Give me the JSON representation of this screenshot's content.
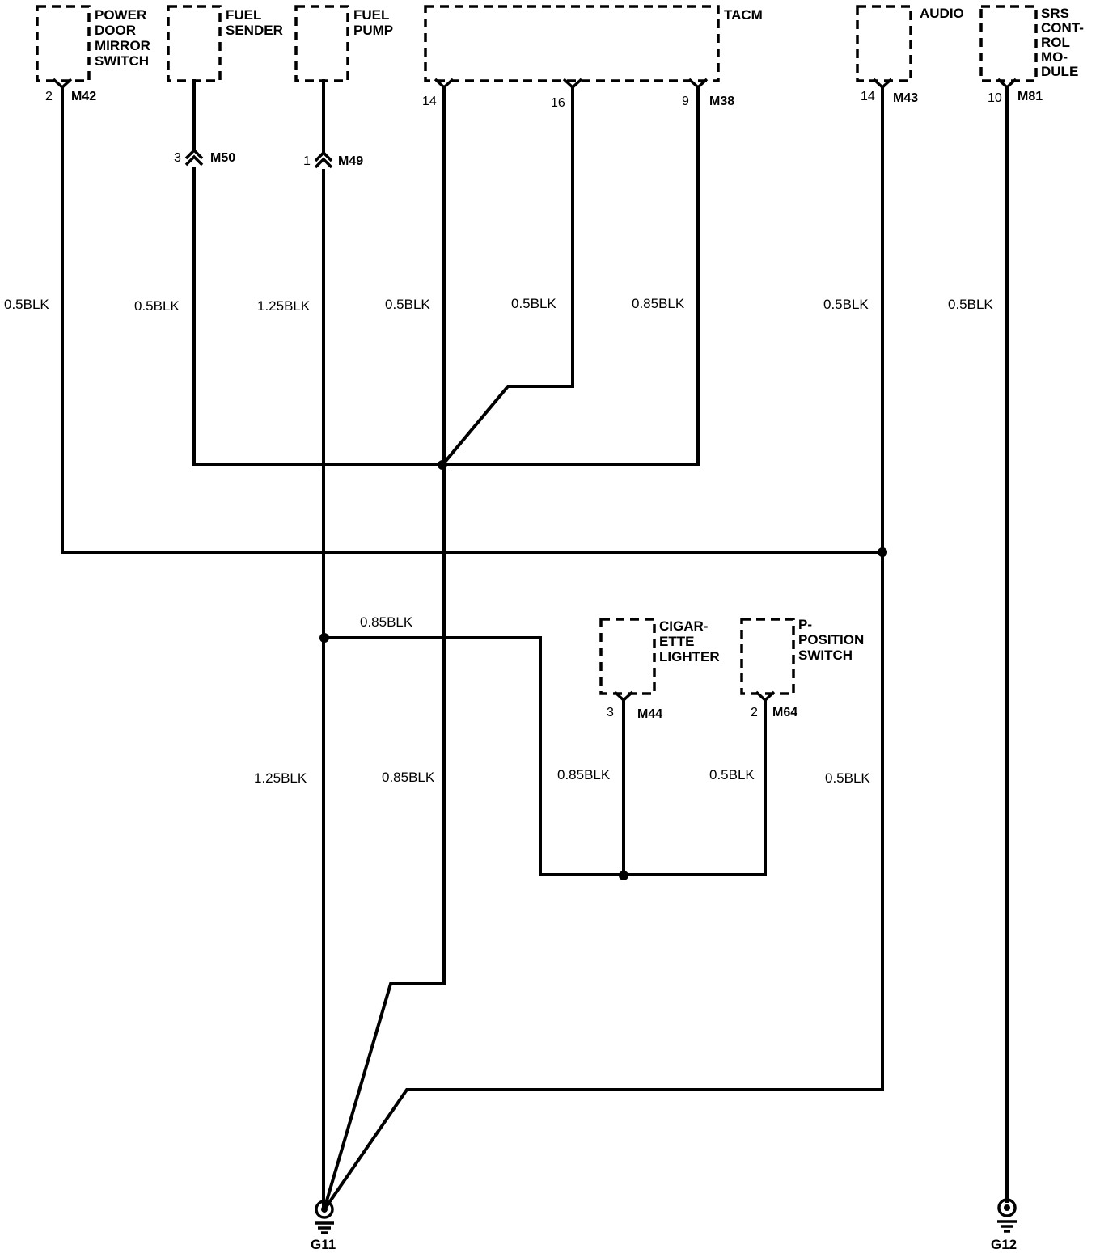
{
  "components": {
    "mirror_switch": {
      "lines": [
        "POWER",
        "DOOR",
        "MIRROR",
        "SWITCH"
      ],
      "pin": "2",
      "connector": "M42"
    },
    "fuel_sender": {
      "lines": [
        "FUEL",
        "SENDER"
      ],
      "pin": "3",
      "connector": "M50"
    },
    "fuel_pump": {
      "lines": [
        "FUEL",
        "PUMP"
      ],
      "pin": "1",
      "connector": "M49"
    },
    "tacm": {
      "lines": [
        "TACM"
      ],
      "pins": [
        "14",
        "16",
        "9"
      ],
      "connector": "M38"
    },
    "audio": {
      "lines": [
        "AUDIO"
      ],
      "pin": "14",
      "connector": "M43"
    },
    "srs": {
      "lines": [
        "SRS",
        "CONT-",
        "ROL",
        "MO-",
        "DULE"
      ],
      "pin": "10",
      "connector": "M81"
    },
    "cigarette_lighter": {
      "lines": [
        "CIGAR-",
        "ETTE",
        "LIGHTER"
      ],
      "pin": "3",
      "connector": "M44"
    },
    "p_position_switch": {
      "lines": [
        "P-",
        "POSITION",
        "SWITCH"
      ],
      "pin": "2",
      "connector": "M64"
    }
  },
  "wires": {
    "mirror": "0.5BLK",
    "sender": "0.5BLK",
    "pump": "1.25BLK",
    "tacm14": "0.5BLK",
    "tacm16": "0.5BLK",
    "tacm9": "0.85BLK",
    "audio": "0.5BLK",
    "srs": "0.5BLK",
    "jumper": "0.85BLK",
    "pump_lower": "1.25BLK",
    "tacm14_lower": "0.85BLK",
    "loop_left": "0.85BLK",
    "p_position": "0.5BLK",
    "audio_lower": "0.5BLK"
  },
  "grounds": {
    "g11": "G11",
    "g12": "G12"
  }
}
